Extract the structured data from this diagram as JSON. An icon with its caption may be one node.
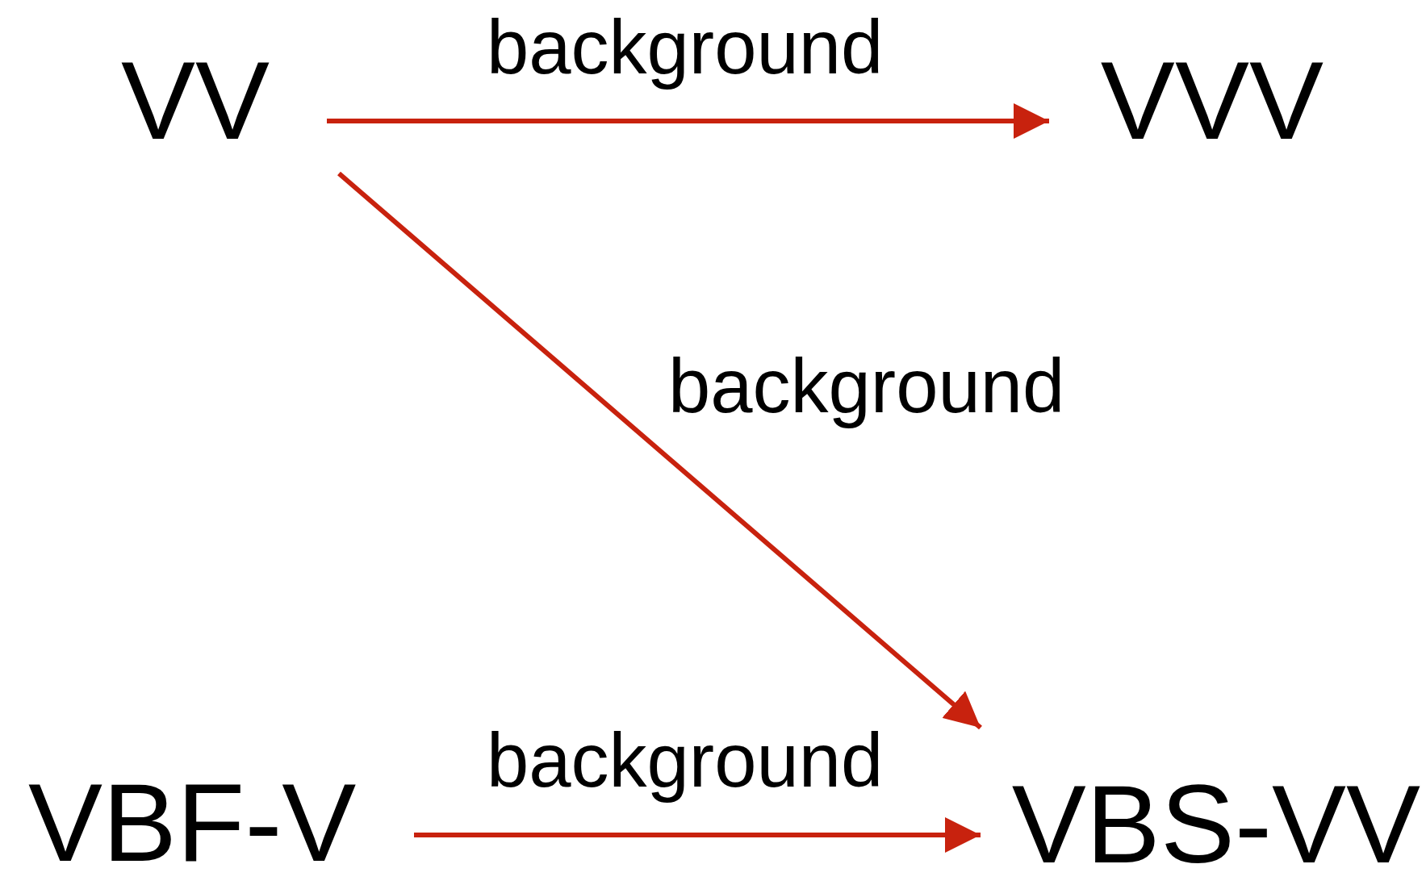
{
  "diagram": {
    "nodes": [
      {
        "text": [
          "VV"
        ]
      },
      {
        "text": [
          "VVV"
        ]
      },
      {
        "text": [
          "VBF-V"
        ]
      },
      {
        "text": [
          "VBS-VV"
        ]
      }
    ],
    "edges": [
      {
        "from": 0,
        "to": 1,
        "arrow": "to",
        "label": "background"
      },
      {
        "from": 0,
        "to": 3,
        "arrow": "to",
        "label": "background"
      },
      {
        "from": 2,
        "to": 3,
        "arrow": "to",
        "label": "background"
      }
    ]
  }
}
